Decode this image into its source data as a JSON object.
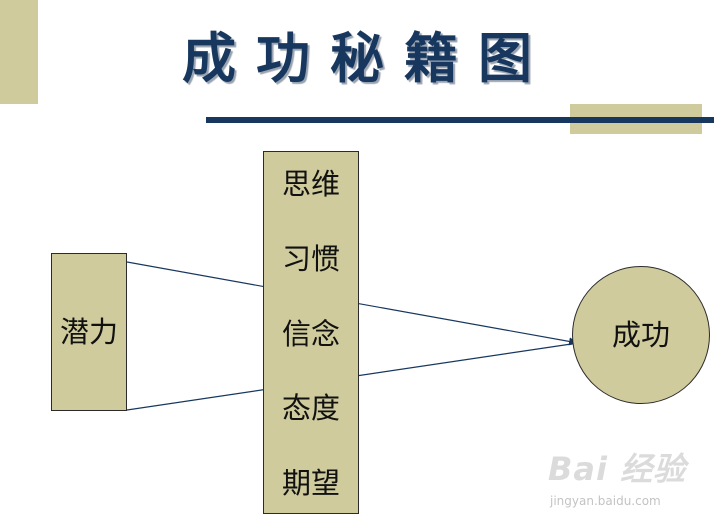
{
  "title": "成功秘籍图",
  "potential_label": "潜力",
  "factors": [
    "思维",
    "习惯",
    "信念",
    "态度",
    "期望"
  ],
  "success_label": "成功",
  "watermark": {
    "brand": "Bai 经验",
    "url": "jingyan.baidu.com"
  },
  "colors": {
    "title": "#17375e",
    "rule": "#17375e",
    "box_fill": "#cfcb9c",
    "accent_fill": "#cfcb9c",
    "arrow": "#17375e"
  }
}
